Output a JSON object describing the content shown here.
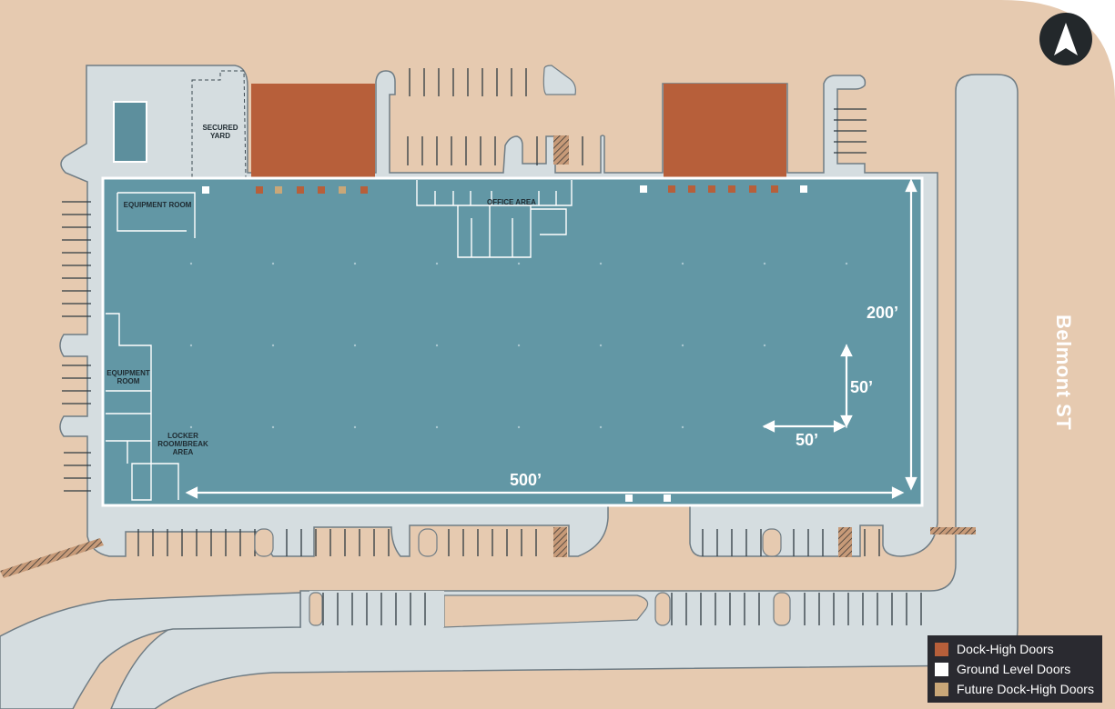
{
  "street": {
    "name": "Belmont ST"
  },
  "rooms": {
    "equipment_room_top": "EQUIPMENT ROOM",
    "secured_yard": "SECURED YARD",
    "office_area": "OFFICE AREA",
    "equipment_room_left": "EQUIPMENT ROOM",
    "locker_room": "LOCKER ROOM/BREAK AREA"
  },
  "dimensions": {
    "width": "500’",
    "depth": "200’",
    "column_spacing_vertical": "50’",
    "column_spacing_horizontal": "50’"
  },
  "legend": {
    "items": [
      {
        "label": "Dock-High Doors",
        "color": "#b75f3a"
      },
      {
        "label": "Ground Level Doors",
        "color": "#ffffff"
      },
      {
        "label": "Future Dock-High Doors",
        "color": "#c9a778"
      }
    ]
  },
  "colors": {
    "ground": "#e6cab0",
    "pavement": "#d5dde0",
    "building": "#6297a5",
    "dock": "#b75f3a",
    "future_dock": "#c9a778",
    "pool": "#5d8f9d"
  },
  "icons": {
    "north": "north-arrow-icon"
  }
}
